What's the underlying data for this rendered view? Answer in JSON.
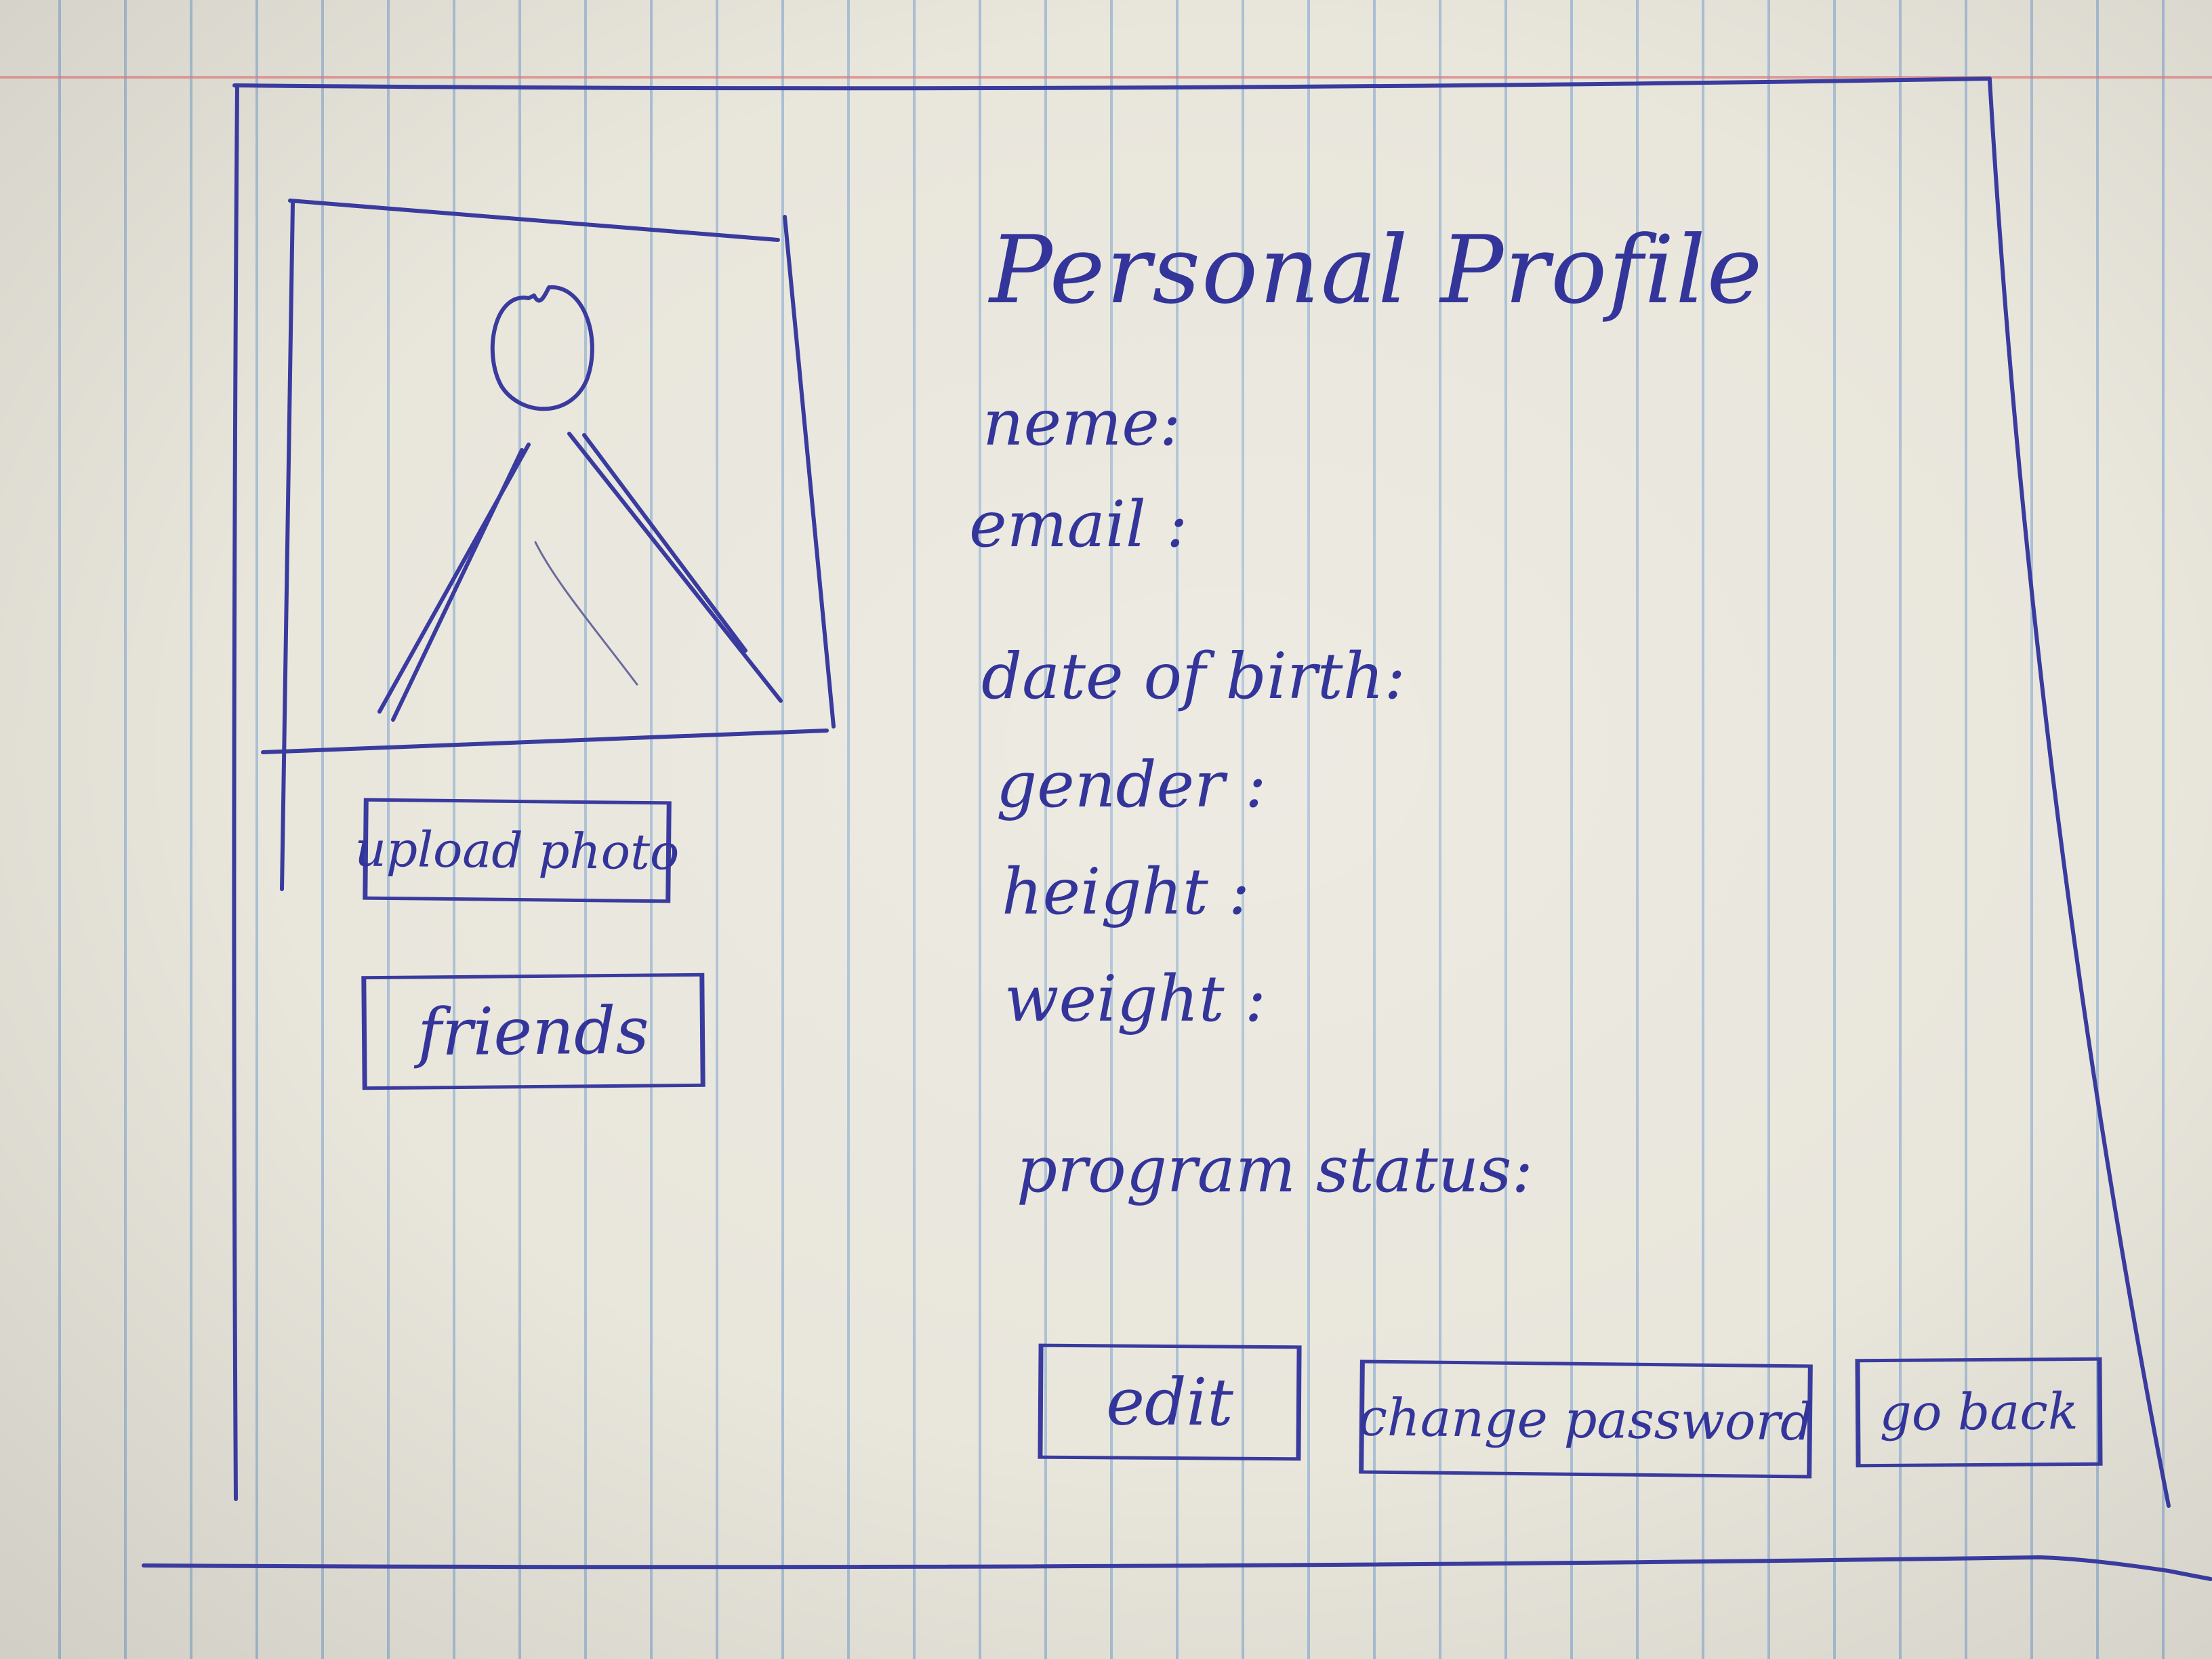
{
  "profile": {
    "title": "Personal Profile",
    "fields": {
      "name": "neme:",
      "email": "email :",
      "dob": "date of birth:",
      "gender": "gender :",
      "height": "height :",
      "weight": "weight :",
      "program_status": "program status:"
    }
  },
  "photo_panel": {
    "upload_label": "upload photo",
    "friends_label": "friends"
  },
  "actions": {
    "edit_label": "edit",
    "change_password_label": "change password",
    "go_back_label": "go back"
  },
  "colors": {
    "ink": "#34359a",
    "paper": "#e9e6dc",
    "rule_line": "#76a0cd",
    "margin_line": "#d77878"
  },
  "icons": {
    "avatar": "person-stick-figure-icon"
  }
}
